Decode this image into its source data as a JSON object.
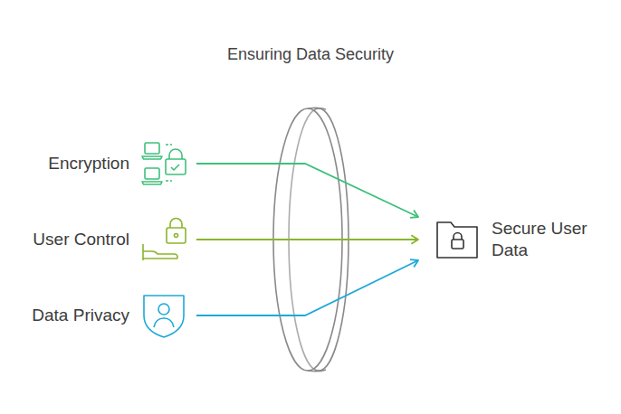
{
  "diagram": {
    "title": "Ensuring Data Security",
    "nodes": [
      {
        "text": [
          "Encryption"
        ]
      },
      {
        "text": [
          "User Control"
        ]
      },
      {
        "text": [
          "Data Privacy"
        ]
      },
      {
        "text": [
          "Secure User Data"
        ]
      }
    ],
    "edges": [
      {
        "from": 0,
        "to": 3,
        "arrow": "to"
      },
      {
        "from": 1,
        "to": 3,
        "arrow": "to"
      },
      {
        "from": 2,
        "to": 3,
        "arrow": "to"
      }
    ]
  }
}
